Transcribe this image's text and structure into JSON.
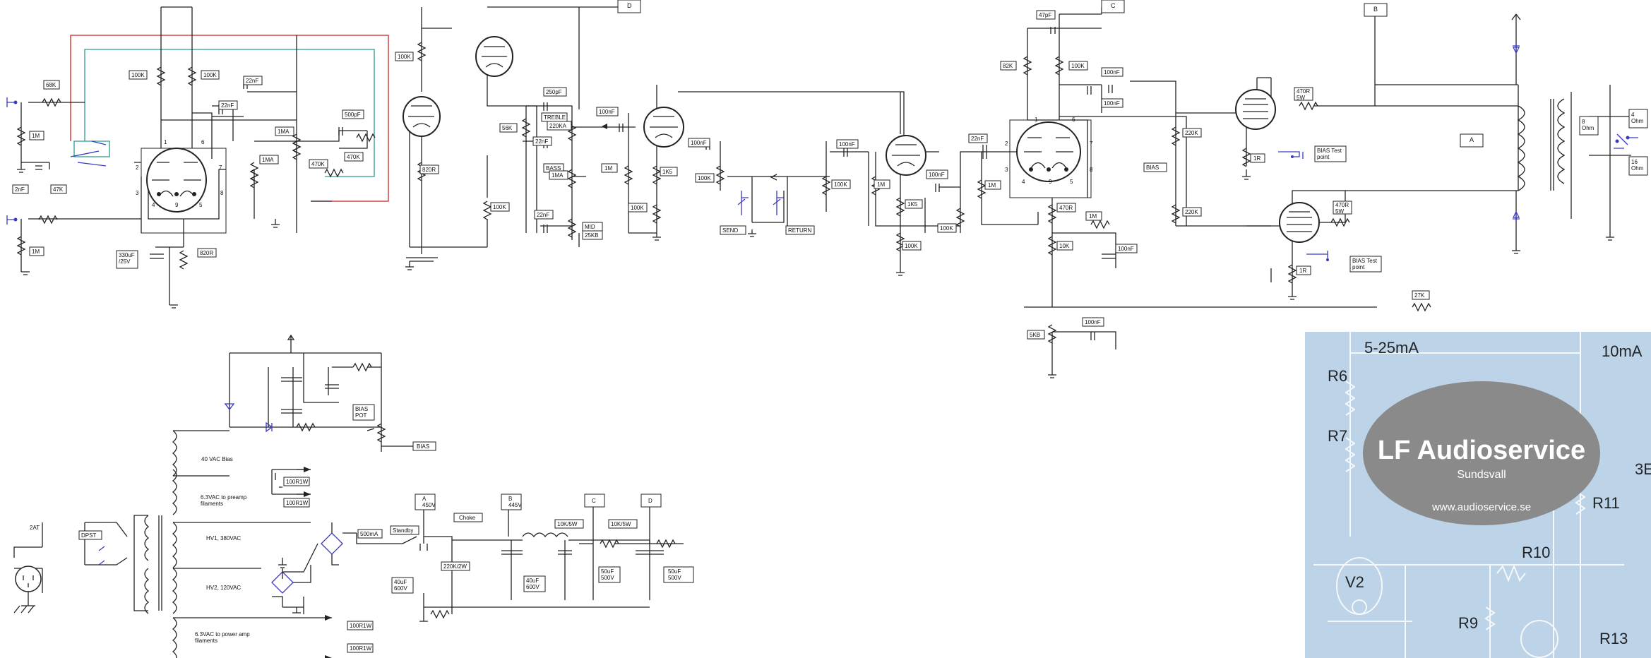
{
  "nodes": {
    "A": "A",
    "B": "B",
    "C": "C",
    "D": "D"
  },
  "preamp": {
    "r_68k": "68K",
    "r_1m_in1": "1M",
    "r_1m_in2": "1M",
    "c_2nf": "2nF",
    "r_47k": "47K",
    "r_100k_a": "100K",
    "r_100k_b": "100K",
    "c_22nf_a": "22nF",
    "c_22nf_b": "22nF",
    "c_500pf": "500pF",
    "pot_1ma_a": "1MA",
    "pot_1ma_b": "1MA",
    "r_470k_a": "470K",
    "r_470k_b": "470K",
    "c_330uf": "330uF\n/25V",
    "r_820r_a": "820R",
    "pins": [
      "1",
      "2",
      "3",
      "4",
      "9",
      "5",
      "6",
      "7",
      "8"
    ]
  },
  "driver": {
    "r_100k_top": "100K",
    "r_820r": "820R",
    "r_100k_bot": "100K"
  },
  "tonestack": {
    "c_250pf": "250pF",
    "treble": "TREBLE",
    "pot_220ka": "220KA",
    "r_56k": "56K",
    "c_22nf": "22nF",
    "bass": "BASS",
    "pot_1ma": "1MA",
    "r_1m": "1M",
    "c_22nf_mid": "22nF",
    "mid": "MID",
    "pot_25kb": "25KB",
    "c_100nf": "100nF",
    "r_1k5": "1K5",
    "r_100k_a": "100K",
    "r_100k_b": "100K",
    "c_100nf_b": "100nF"
  },
  "loop": {
    "send": "SEND",
    "return": "RETURN",
    "c_100nf": "100nF",
    "r_100k": "100K"
  },
  "v4": {
    "r_1m": "1M",
    "r_1k5": "1K5",
    "r_100k_a": "100K",
    "r_100k_b": "100K",
    "c_100nf": "100nF"
  },
  "phase_inverter": {
    "c_47pf": "47pF",
    "r_82k": "82K",
    "r_100k": "100K",
    "c_22nf": "22nF",
    "r_1m_a": "1M",
    "c_100nf_a": "100nF",
    "c_100nf_b": "100nF",
    "r_470r": "470R",
    "r_1m_b": "1M",
    "r_10k": "10K",
    "c_100nf_c": "100nF",
    "r_220k_a": "220K",
    "r_220k_b": "220K",
    "bias": "BIAS",
    "r_27k": "27K",
    "pot_5kb": "5KB",
    "c_100nf_d": "100nF",
    "pins": [
      "1",
      "2",
      "3",
      "4",
      "9",
      "5",
      "6",
      "7",
      "8"
    ]
  },
  "power_amp": {
    "r_470r_5w_a": "470R\n5W",
    "r_470r_5w_b": "470R\n5W",
    "r_1r_a": "1R",
    "r_1r_b": "1R",
    "bias_test_a": "BIAS Test\npoint",
    "bias_test_b": "BIAS Test\npoint",
    "out_8": "8\nOhm",
    "out_4": "4\nOhm",
    "out_16": "16\nOhm"
  },
  "power_supply": {
    "bias_40vac": "40 VAC Bias",
    "bias_pot": "BIAS\nPOT",
    "bias_out": "BIAS",
    "fil_pre": "6.3VAC to preamp\nfilaments",
    "r_100r1w_a": "100R1W",
    "r_100r1w_b": "100R1W",
    "fuse": "2AT",
    "dpst": "DPST",
    "hv1": "HV1, 380VAC",
    "hv2": "HV2, 120VAC",
    "fuse_500ma": "500mA",
    "standby": "Standby",
    "node_a_v": "A\n450V",
    "node_b_v": "B\n445V",
    "node_c": "C",
    "node_d": "D",
    "choke": "Choke",
    "r_220k_2w": "220K/2W",
    "c_40uf_a": "40uF\n600V",
    "c_40uf_b": "40uF\n600V",
    "r_10k_5w_a": "10K/5W",
    "r_10k_5w_b": "10K/5W",
    "c_50uf_a": "50uF\n500V",
    "c_50uf_b": "50uF\n500V",
    "fil_pwr": "6.3VAC to power amp\nfilaments",
    "r_100r1w_c": "100R1W",
    "r_100r1w_d": "100R1W"
  },
  "watermark": {
    "brand": "LF Audioservice",
    "city": "Sundsvall",
    "url": "www.audioservice.se",
    "bg_labels": [
      "5-25mA",
      "10mA",
      "R6",
      "R7",
      "R11",
      "R10",
      "R9",
      "R13",
      "V2",
      "3E"
    ]
  },
  "colors": {
    "wire": "#222222",
    "blue_wire": "#3a3ac0",
    "red_wire": "#cc2222",
    "teal_wire": "#2a9a8a",
    "watermark_bg": "#bcd3e8",
    "logo_oval": "#8a8a8a"
  }
}
